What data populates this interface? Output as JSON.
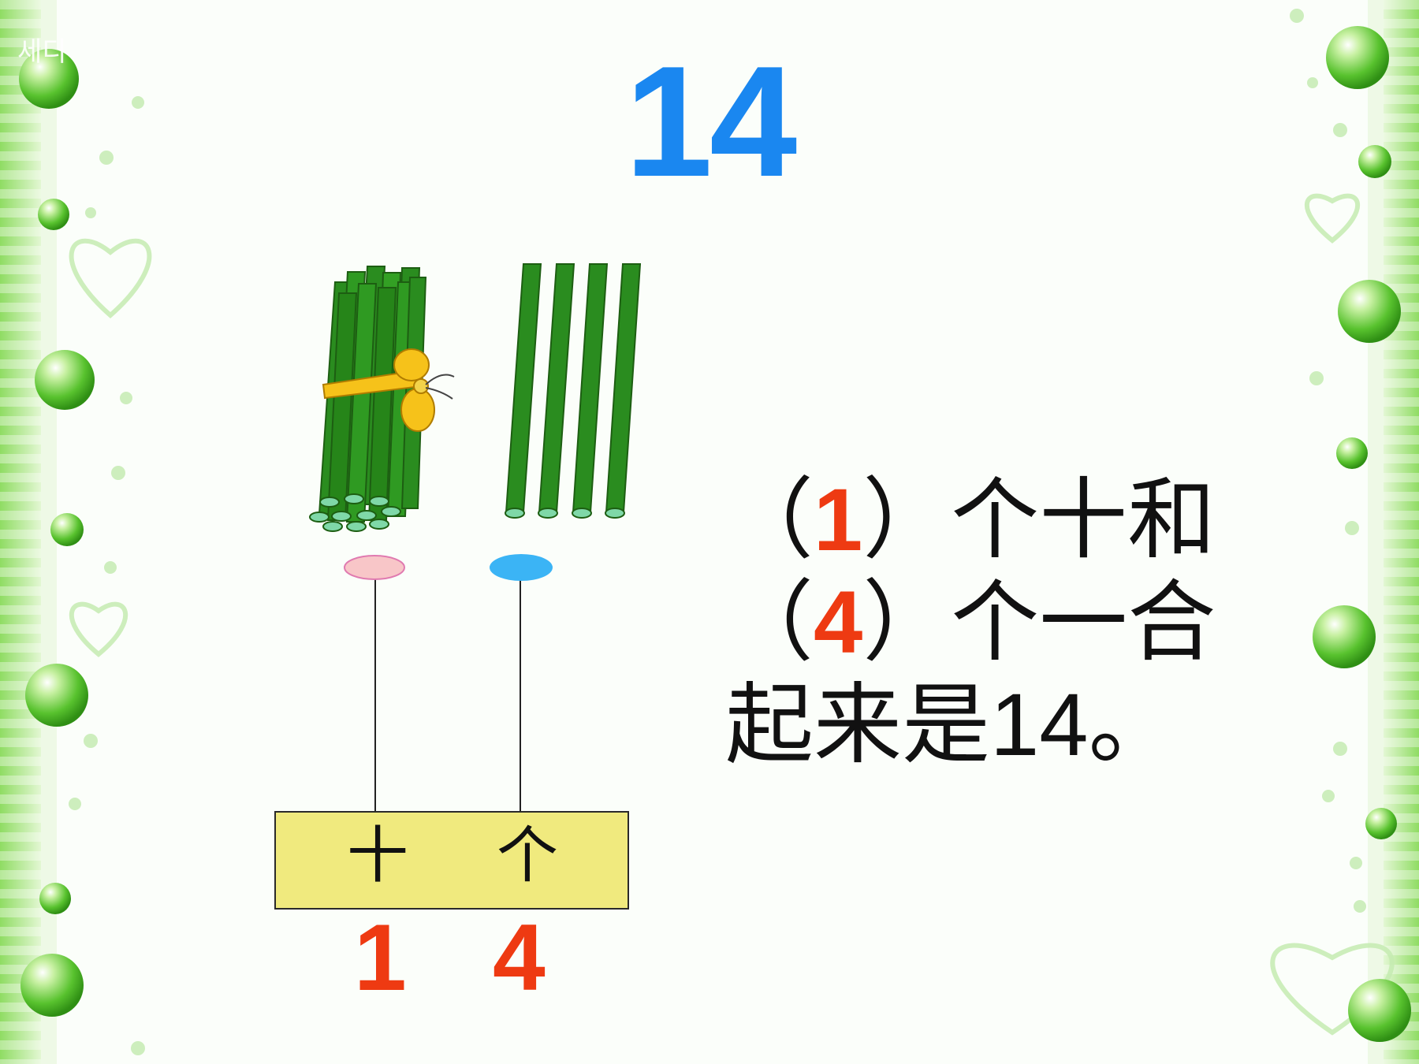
{
  "title": "14",
  "sentence": {
    "open_paren": "（",
    "close_paren": "）",
    "tens_value": "1",
    "tens_text": "个十和",
    "ones_value": "4",
    "ones_text": "个一合",
    "line3_text": "起来是",
    "line3_number": "14",
    "line3_end": "。"
  },
  "place_value": {
    "tens_label": "十",
    "ones_label": "个",
    "tens_digit": "1",
    "ones_digit": "4"
  },
  "corner_mark": "세디",
  "colors": {
    "title": "#1a87f0",
    "answer": "#ee3a12",
    "stick": "#2a8c1f",
    "stick_end": "#7fd8a8",
    "ribbon": "#f6c21a",
    "tens_bead": "#f8c6c8",
    "ones_bead": "#3bb4f5",
    "place_box": "#f0ea7e"
  }
}
